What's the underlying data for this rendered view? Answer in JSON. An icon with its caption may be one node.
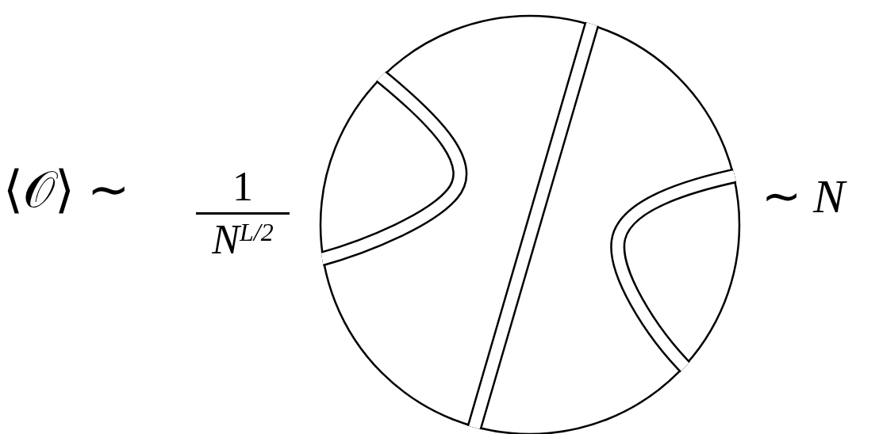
{
  "diagram": {
    "labels": [
      "⟨𝒪⟩ ∼",
      "1",
      "N$^{L/2}$",
      "∼ *N*"
    ]
  }
}
